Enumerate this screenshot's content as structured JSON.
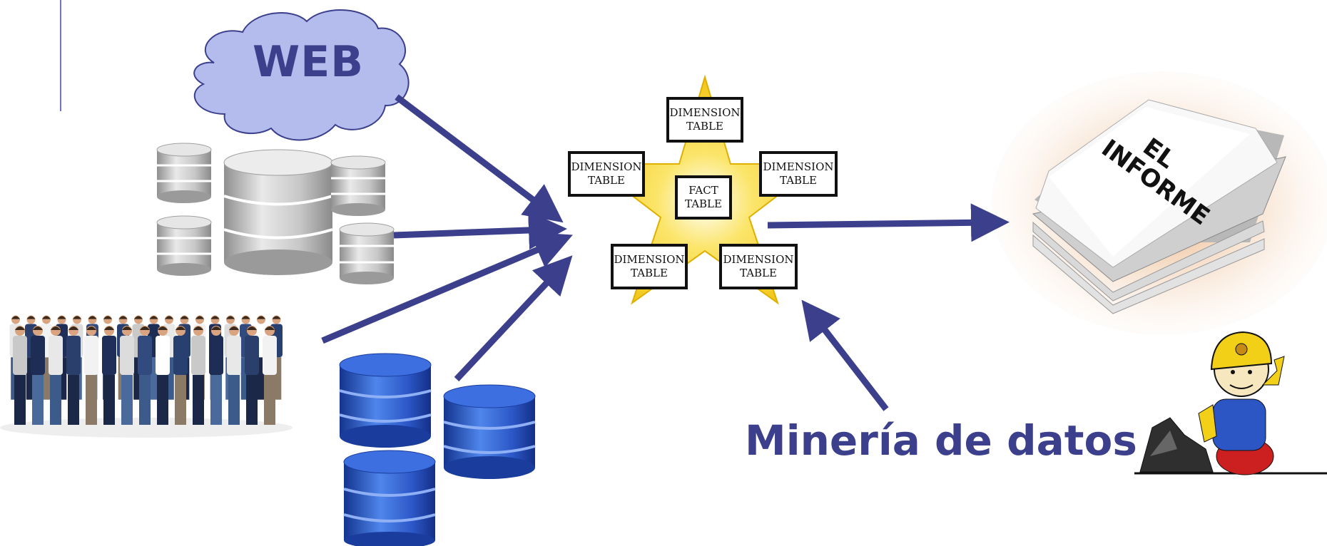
{
  "web_cloud": {
    "label": "WEB",
    "icon": "cloud-icon"
  },
  "star_schema": {
    "center": {
      "line1": "FACT",
      "line2": "TABLE"
    },
    "dimensions": [
      {
        "line1": "DIMENSION",
        "line2": "TABLE"
      },
      {
        "line1": "DIMENSION",
        "line2": "TABLE"
      },
      {
        "line1": "DIMENSION",
        "line2": "TABLE"
      },
      {
        "line1": "DIMENSION",
        "line2": "TABLE"
      },
      {
        "line1": "DIMENSION",
        "line2": "TABLE"
      }
    ]
  },
  "report": {
    "line1": "EL",
    "line2": "INFORME"
  },
  "mining": {
    "label": "Minería de datos"
  },
  "colors": {
    "arrow": "#3b3f8c",
    "cloud_fill": "#b3bcec",
    "star_fill": "#f3cf1a",
    "db_gray": "#bdbdbd",
    "db_blue": "#2c57c7"
  }
}
